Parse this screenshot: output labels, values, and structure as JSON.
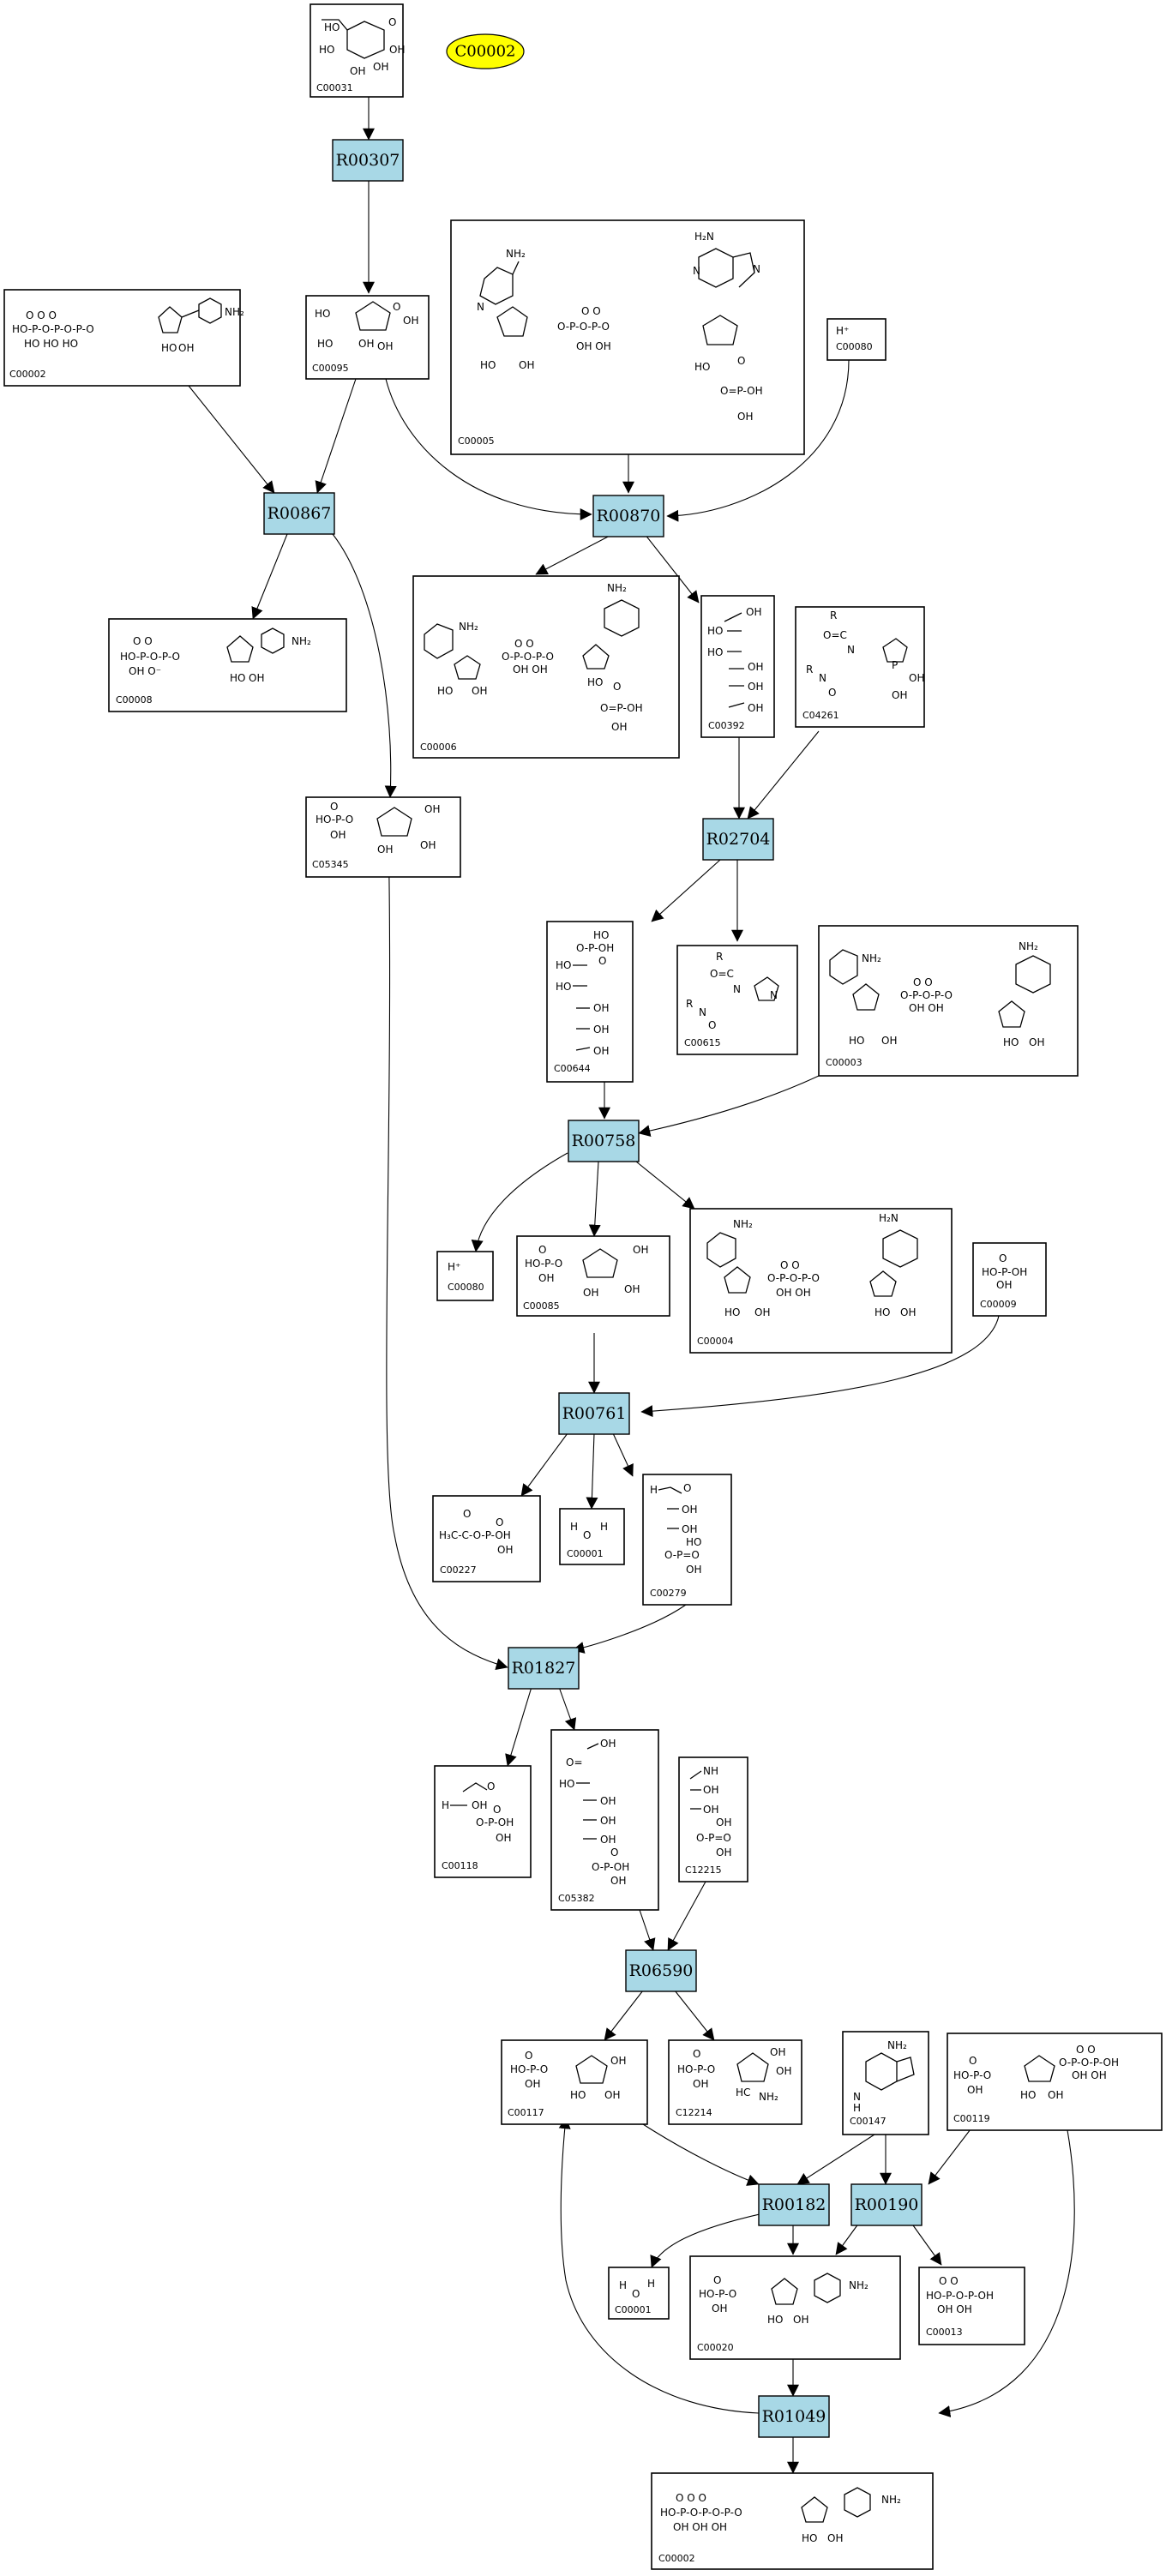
{
  "highlight": "C00002",
  "compounds": [
    {
      "id": "C00031",
      "label": "C00031"
    },
    {
      "id": "C00002a",
      "label": "C00002"
    },
    {
      "id": "C00095",
      "label": "C00095"
    },
    {
      "id": "C00005",
      "label": "C00005"
    },
    {
      "id": "C00080a",
      "label": "C00080"
    },
    {
      "id": "C00008",
      "label": "C00008"
    },
    {
      "id": "C00006",
      "label": "C00006"
    },
    {
      "id": "C00392",
      "label": "C00392"
    },
    {
      "id": "C04261",
      "label": "C04261"
    },
    {
      "id": "C05345",
      "label": "C05345"
    },
    {
      "id": "C00644",
      "label": "C00644"
    },
    {
      "id": "C00615",
      "label": "C00615"
    },
    {
      "id": "C00003",
      "label": "C00003"
    },
    {
      "id": "C00080b",
      "label": "C00080"
    },
    {
      "id": "C00085",
      "label": "C00085"
    },
    {
      "id": "C00004",
      "label": "C00004"
    },
    {
      "id": "C00009",
      "label": "C00009"
    },
    {
      "id": "C00227",
      "label": "C00227"
    },
    {
      "id": "C00001a",
      "label": "C00001"
    },
    {
      "id": "C00279",
      "label": "C00279"
    },
    {
      "id": "C00118",
      "label": "C00118"
    },
    {
      "id": "C05382",
      "label": "C05382"
    },
    {
      "id": "C12215",
      "label": "C12215"
    },
    {
      "id": "C00117",
      "label": "C00117"
    },
    {
      "id": "C12214",
      "label": "C12214"
    },
    {
      "id": "C00147",
      "label": "C00147"
    },
    {
      "id": "C00119",
      "label": "C00119"
    },
    {
      "id": "C00001b",
      "label": "C00001"
    },
    {
      "id": "C00020",
      "label": "C00020"
    },
    {
      "id": "C00013",
      "label": "C00013"
    },
    {
      "id": "C00002b",
      "label": "C00002"
    }
  ],
  "reactions": [
    {
      "id": "R00307",
      "label": "R00307"
    },
    {
      "id": "R00867",
      "label": "R00867"
    },
    {
      "id": "R00870",
      "label": "R00870"
    },
    {
      "id": "R02704",
      "label": "R02704"
    },
    {
      "id": "R00758",
      "label": "R00758"
    },
    {
      "id": "R00761",
      "label": "R00761"
    },
    {
      "id": "R01827",
      "label": "R01827"
    },
    {
      "id": "R06590",
      "label": "R06590"
    },
    {
      "id": "R00182",
      "label": "R00182"
    },
    {
      "id": "R00190",
      "label": "R00190"
    },
    {
      "id": "R01049",
      "label": "R01049"
    }
  ],
  "hplus": "H⁺"
}
